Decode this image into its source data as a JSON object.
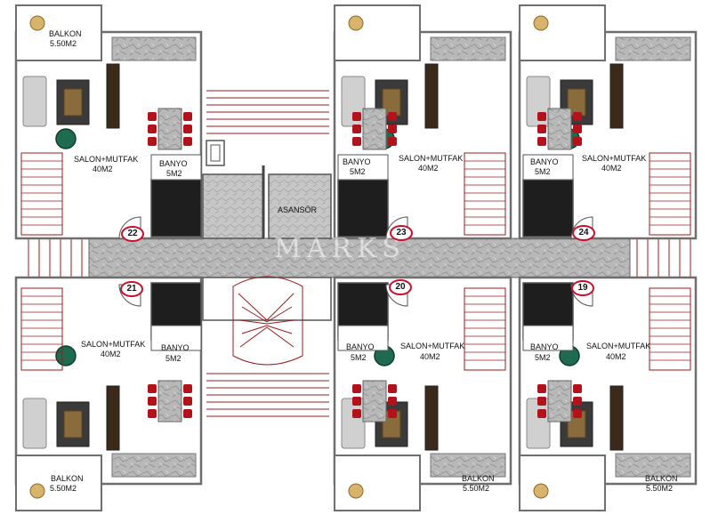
{
  "watermark": "MARKS",
  "units": {
    "top_left": {
      "number": "22",
      "salon": "SALON+MUTFAK",
      "salon_area": "40M2",
      "banyo": "BANYO",
      "banyo_area": "5M2",
      "balkon": "BALKON",
      "balkon_area": "5.50M2"
    },
    "top_center": {
      "number": "23",
      "salon": "SALON+MUTFAK",
      "salon_area": "40M2",
      "banyo": "BANYO",
      "banyo_area": "5M2",
      "balkon": "",
      "balkon_area": ""
    },
    "top_right": {
      "number": "24",
      "salon": "SALON+MUTFAK",
      "salon_area": "40M2",
      "banyo": "BANYO",
      "banyo_area": "5M2",
      "balkon": "",
      "balkon_area": ""
    },
    "bottom_left": {
      "number": "21",
      "salon": "SALON+MUTFAK",
      "salon_area": "40M2",
      "banyo": "BANYO",
      "banyo_area": "5M2",
      "balkon": "BALKON",
      "balkon_area": "5.50M2"
    },
    "bottom_center": {
      "number": "20",
      "salon": "SALON+MUTFAK",
      "salon_area": "40M2",
      "banyo": "BANYO",
      "banyo_area": "5M2",
      "balkon": "BALKON",
      "balkon_area": "5.50M2"
    },
    "bottom_right": {
      "number": "19",
      "salon": "SALON+MUTFAK",
      "salon_area": "40M2",
      "banyo": "BANYO",
      "banyo_area": "5M2",
      "balkon": "BALKON",
      "balkon_area": "5.50M2"
    }
  },
  "elevator": {
    "label": "ASANSÖR"
  },
  "colors": {
    "wall": "#6e6e6e",
    "stair": "#9b1b1b",
    "corridor": "#a9a9a9",
    "chair": "#b3121b",
    "armchair": "#1f6b4f",
    "tag": "#c8102e"
  }
}
